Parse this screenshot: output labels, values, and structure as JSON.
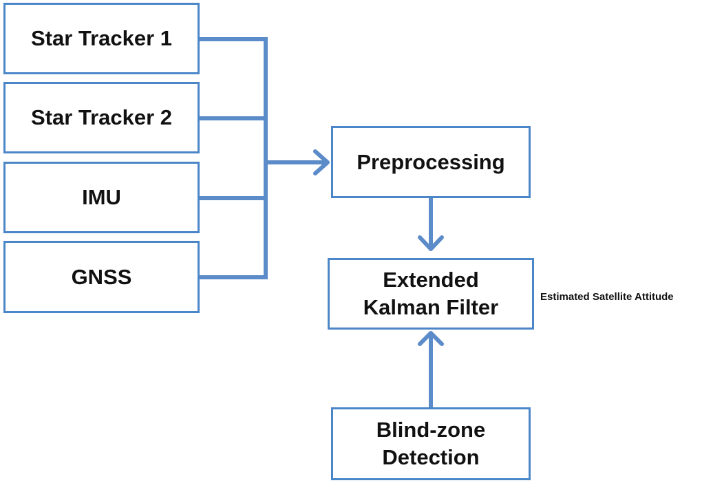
{
  "colors": {
    "box_border": "#4a86c8",
    "connector": "#5b8bc9",
    "text": "#111111"
  },
  "inputs": [
    {
      "label": "Star Tracker 1"
    },
    {
      "label": "Star Tracker 2"
    },
    {
      "label": "IMU"
    },
    {
      "label": "GNSS"
    }
  ],
  "preprocessing": {
    "label": "Preprocessing"
  },
  "ekf": {
    "line1": "Extended",
    "line2": "Kalman Filter"
  },
  "blind_zone": {
    "line1": "Blind-zone",
    "line2": "Detection"
  },
  "output_caption": "Estimated Satellite Attitude"
}
